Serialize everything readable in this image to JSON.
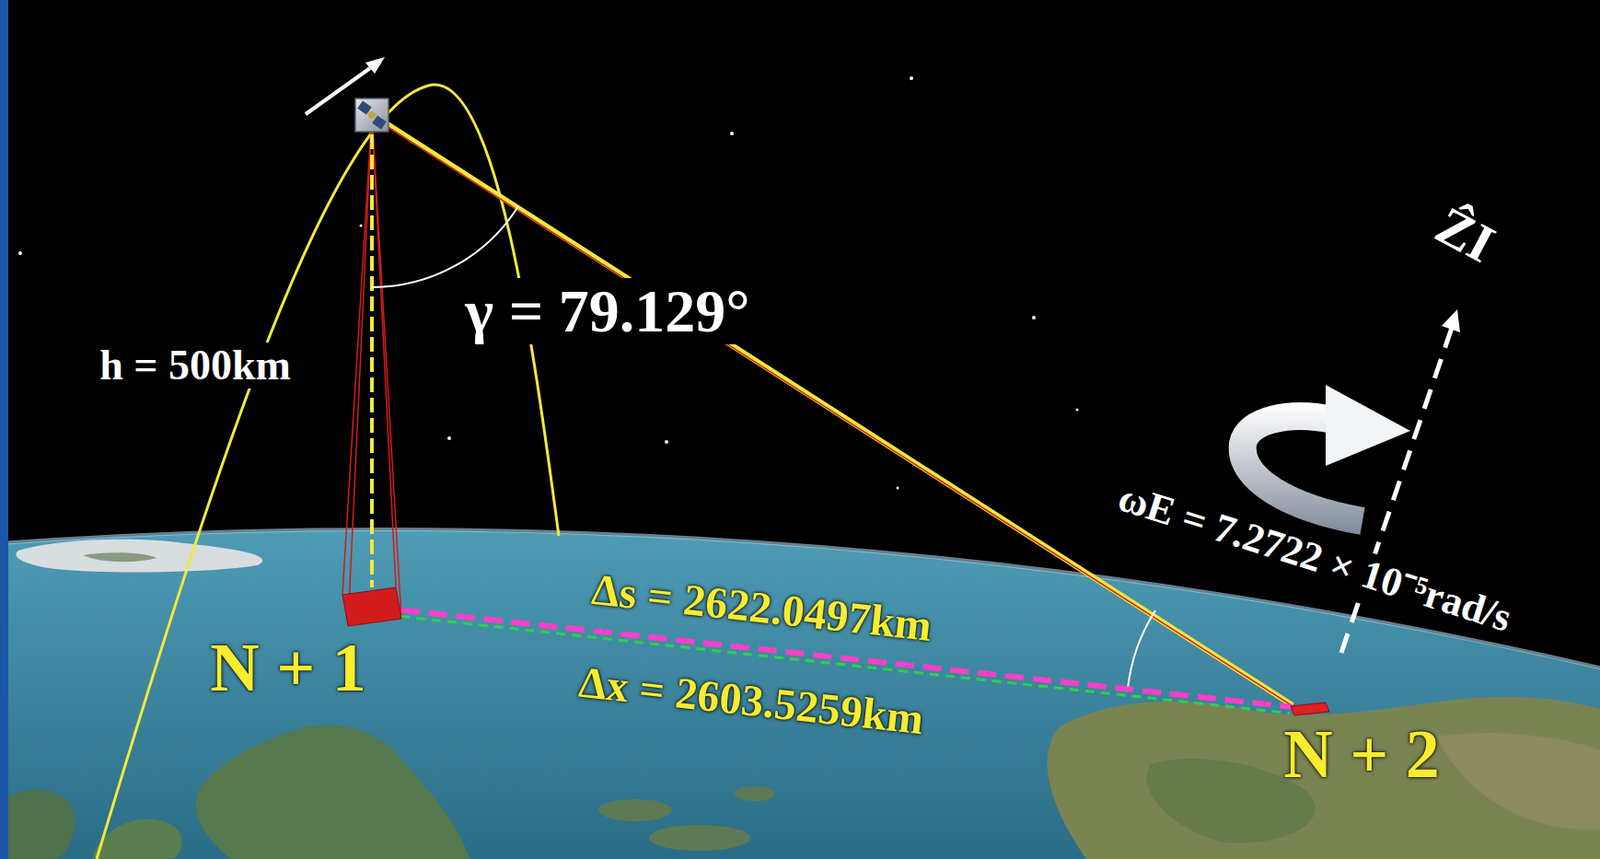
{
  "diagram": {
    "nodes": [
      {
        "text": [
          "N + 1"
        ]
      },
      {
        "text": [
          "N + 2"
        ]
      }
    ],
    "edges": [
      {
        "from": 0,
        "to": 1,
        "arrow": "none",
        "label": "Δs = 2622.0497km"
      },
      {
        "from": 0,
        "to": 1,
        "arrow": "none",
        "label": "Δx = 2603.5259km"
      }
    ],
    "labels": [
      "h = 500km",
      "γ = 79.129°",
      "ωE = 7.2722 × 10⁻⁵rad/s",
      "ẐI"
    ]
  }
}
